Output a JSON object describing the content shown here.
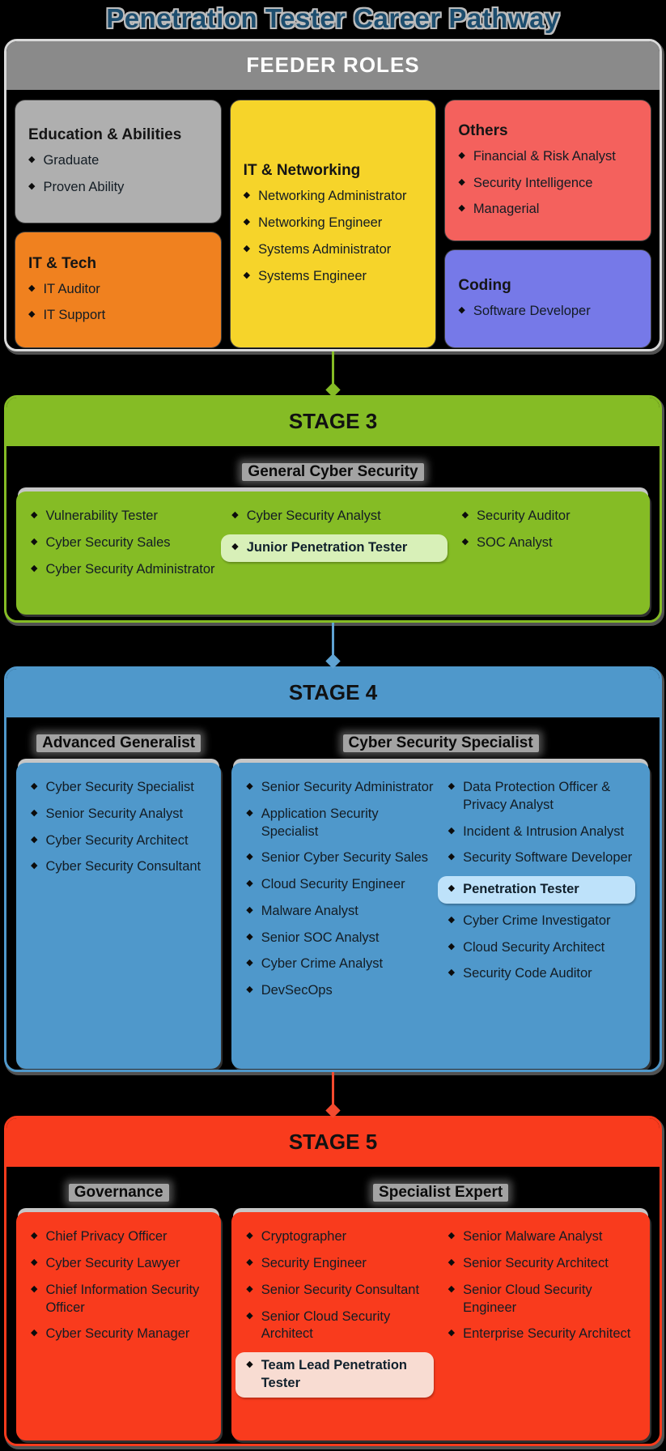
{
  "title": "Penetration Tester Career Pathway",
  "title_color": "#1C4D6E",
  "feeder": {
    "header": "FEEDER ROLES",
    "header_bg": "#8A8A8A",
    "boxes": [
      {
        "title": "Education & Abilities",
        "color": "#AFAFAF",
        "items": [
          "Graduate",
          "Proven Ability"
        ]
      },
      {
        "title": "IT & Tech",
        "color": "#F0811F",
        "items": [
          "IT Auditor",
          "IT Support"
        ]
      },
      {
        "title": "IT & Networking",
        "color": "#F6D42A",
        "items": [
          "Networking Administrator",
          "Networking Engineer",
          "Systems Administrator",
          "Systems Engineer"
        ]
      },
      {
        "title": "Others",
        "color": "#F4615D",
        "items": [
          "Financial & Risk Analyst",
          "Security Intelligence",
          "Managerial"
        ]
      },
      {
        "title": "Coding",
        "color": "#7679E8",
        "items": [
          "Software Developer"
        ]
      }
    ]
  },
  "arrows": [
    {
      "color": "#85BC25"
    },
    {
      "color": "#5FA3D3"
    },
    {
      "color": "#F44A2E"
    }
  ],
  "stages": [
    {
      "header": "STAGE 3",
      "color": "#85BC25",
      "highlight_color": "#D8F0B8",
      "groups": [
        {
          "label": "General Cyber Security",
          "columns": [
            [
              "Vulnerability Tester",
              "Cyber Security Sales",
              "Cyber Security Administrator"
            ],
            [
              "Cyber Security Analyst",
              {
                "text": "Junior Penetration Tester",
                "highlight": true,
                "name": "junior-penetration-tester-item"
              }
            ],
            [
              "Security Auditor",
              "SOC Analyst"
            ]
          ]
        }
      ]
    },
    {
      "header": "STAGE 4",
      "color": "#4F98CB",
      "highlight_color": "#BEE2FA",
      "groups": [
        {
          "label": "Advanced Generalist",
          "columns": [
            [
              "Cyber Security Specialist",
              "Senior Security Analyst",
              "Cyber Security Architect",
              "Cyber Security Consultant"
            ]
          ]
        },
        {
          "label": "Cyber Security Specialist",
          "columns": [
            [
              "Senior Security Administrator",
              "Application Security Specialist",
              "Senior Cyber Security Sales",
              "Cloud Security Engineer",
              "Malware Analyst",
              "Senior SOC Analyst",
              "Cyber Crime Analyst",
              "DevSecOps"
            ],
            [
              "Data Protection Officer & Privacy Analyst",
              "Incident & Intrusion Analyst",
              "Security Software Developer",
              {
                "text": "Penetration Tester",
                "highlight": true,
                "name": "penetration-tester-item"
              },
              "Cyber Crime Investigator",
              "Cloud Security Architect",
              "Security Code Auditor"
            ]
          ]
        }
      ]
    },
    {
      "header": "STAGE 5",
      "color": "#F93B1D",
      "highlight_color": "#F8DCD2",
      "groups": [
        {
          "label": "Governance",
          "columns": [
            [
              "Chief Privacy Officer",
              "Cyber Security Lawyer",
              "Chief Information Security Officer",
              "Cyber Security Manager"
            ]
          ]
        },
        {
          "label": "Specialist Expert",
          "columns": [
            [
              "Cryptographer",
              "Security Engineer",
              "Senior Security Consultant",
              "Senior Cloud Security Architect",
              {
                "text": "Team Lead Penetration Tester",
                "highlight": true,
                "name": "team-lead-penetration-tester-item"
              }
            ],
            [
              "Senior Malware Analyst",
              "Senior Security Architect",
              "Senior Cloud Security Engineer",
              "Enterprise Security Architect"
            ]
          ]
        }
      ]
    }
  ]
}
